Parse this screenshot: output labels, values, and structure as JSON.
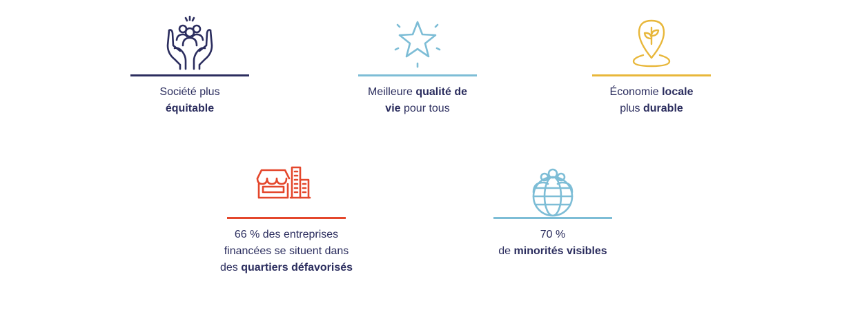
{
  "items": [
    {
      "icon": "hands-holding-people-icon",
      "color": "#2b2d5e",
      "line1": [
        {
          "t": "Société plus",
          "b": false
        }
      ],
      "line2": [
        {
          "t": "équitable",
          "b": true
        }
      ]
    },
    {
      "icon": "star-icon",
      "color": "#7dbdd6",
      "line1": [
        {
          "t": "Meilleure ",
          "b": false
        },
        {
          "t": "qualité de",
          "b": true
        }
      ],
      "line2": [
        {
          "t": "vie",
          "b": true
        },
        {
          "t": " pour tous",
          "b": false
        }
      ]
    },
    {
      "icon": "location-pin-plant-icon",
      "color": "#e8b73a",
      "line1": [
        {
          "t": "Économie ",
          "b": false
        },
        {
          "t": "locale",
          "b": true
        }
      ],
      "line2": [
        {
          "t": "plus ",
          "b": false
        },
        {
          "t": "durable",
          "b": true
        }
      ]
    },
    {
      "icon": "storefront-buildings-icon",
      "color": "#e4472c",
      "line1": [
        {
          "t": "66 % des entreprises",
          "b": false
        }
      ],
      "line2": [
        {
          "t": "financées se situent dans",
          "b": false
        }
      ],
      "line3": [
        {
          "t": "des ",
          "b": false
        },
        {
          "t": "quartiers défavorisés",
          "b": true
        }
      ]
    },
    {
      "icon": "globe-people-icon",
      "color": "#7dbdd6",
      "line1": [
        {
          "t": "70 %",
          "b": false
        }
      ],
      "line2": [
        {
          "t": "de ",
          "b": false
        },
        {
          "t": "minorités visibles",
          "b": true
        }
      ]
    }
  ]
}
